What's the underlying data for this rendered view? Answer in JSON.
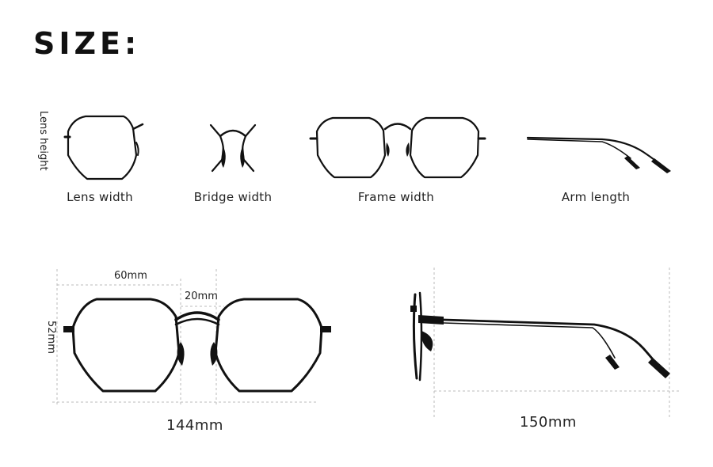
{
  "title": "SIZE:",
  "icons": {
    "lens_height_label": "Lens height",
    "lens_width_label": "Lens width",
    "bridge_width_label": "Bridge width",
    "frame_width_label": "Frame width",
    "arm_length_label": "Arm length"
  },
  "front_view": {
    "lens_width": "60mm",
    "bridge_width": "20mm",
    "lens_height": "52mm",
    "frame_width": "144mm"
  },
  "side_view": {
    "arm_length": "150mm"
  }
}
